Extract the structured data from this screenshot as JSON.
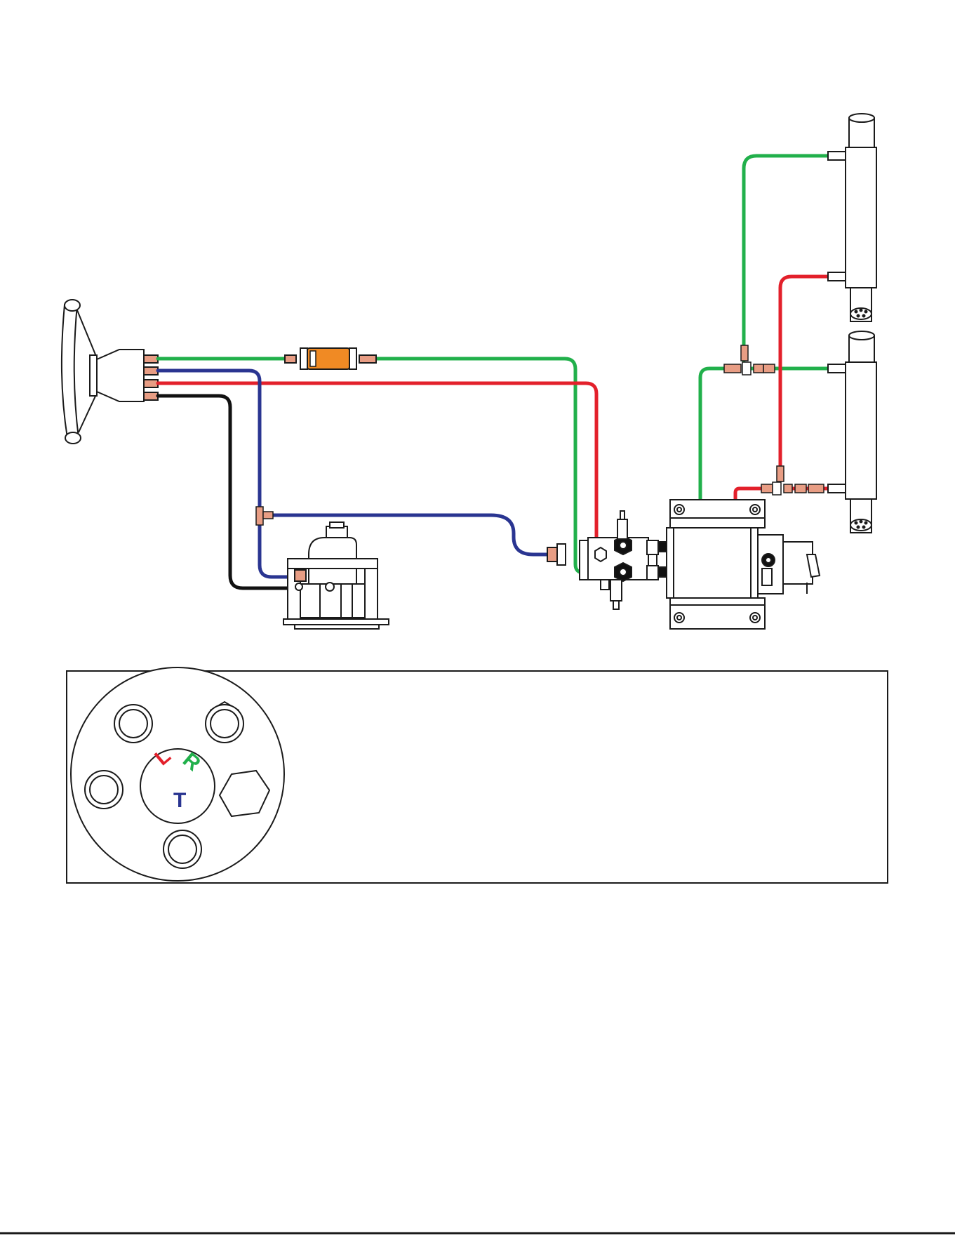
{
  "colors": {
    "line_pressure_left": "#e3202b",
    "line_pressure_right": "#21b04b",
    "line_return": "#2a3591",
    "line_black": "#111111",
    "filter": "#f08a24",
    "fitting": "#e89d84",
    "outline": "#1a1a1a"
  },
  "icons": {
    "helm": "steering-wheel-helm-icon",
    "reservoir": "reservoir-pump-icon",
    "valve": "valve-manifold-icon",
    "pump_motor": "power-pack-motor-icon",
    "cylinder_top": "steering-cylinder-icon",
    "cylinder_bottom": "steering-cylinder-icon",
    "filter": "inline-filter-icon"
  },
  "port_legend": {
    "ports": [
      {
        "letter": "L",
        "color": "#e3202b"
      },
      {
        "letter": "R",
        "color": "#21b04b"
      },
      {
        "letter": "T",
        "color": "#2a3591"
      }
    ]
  }
}
